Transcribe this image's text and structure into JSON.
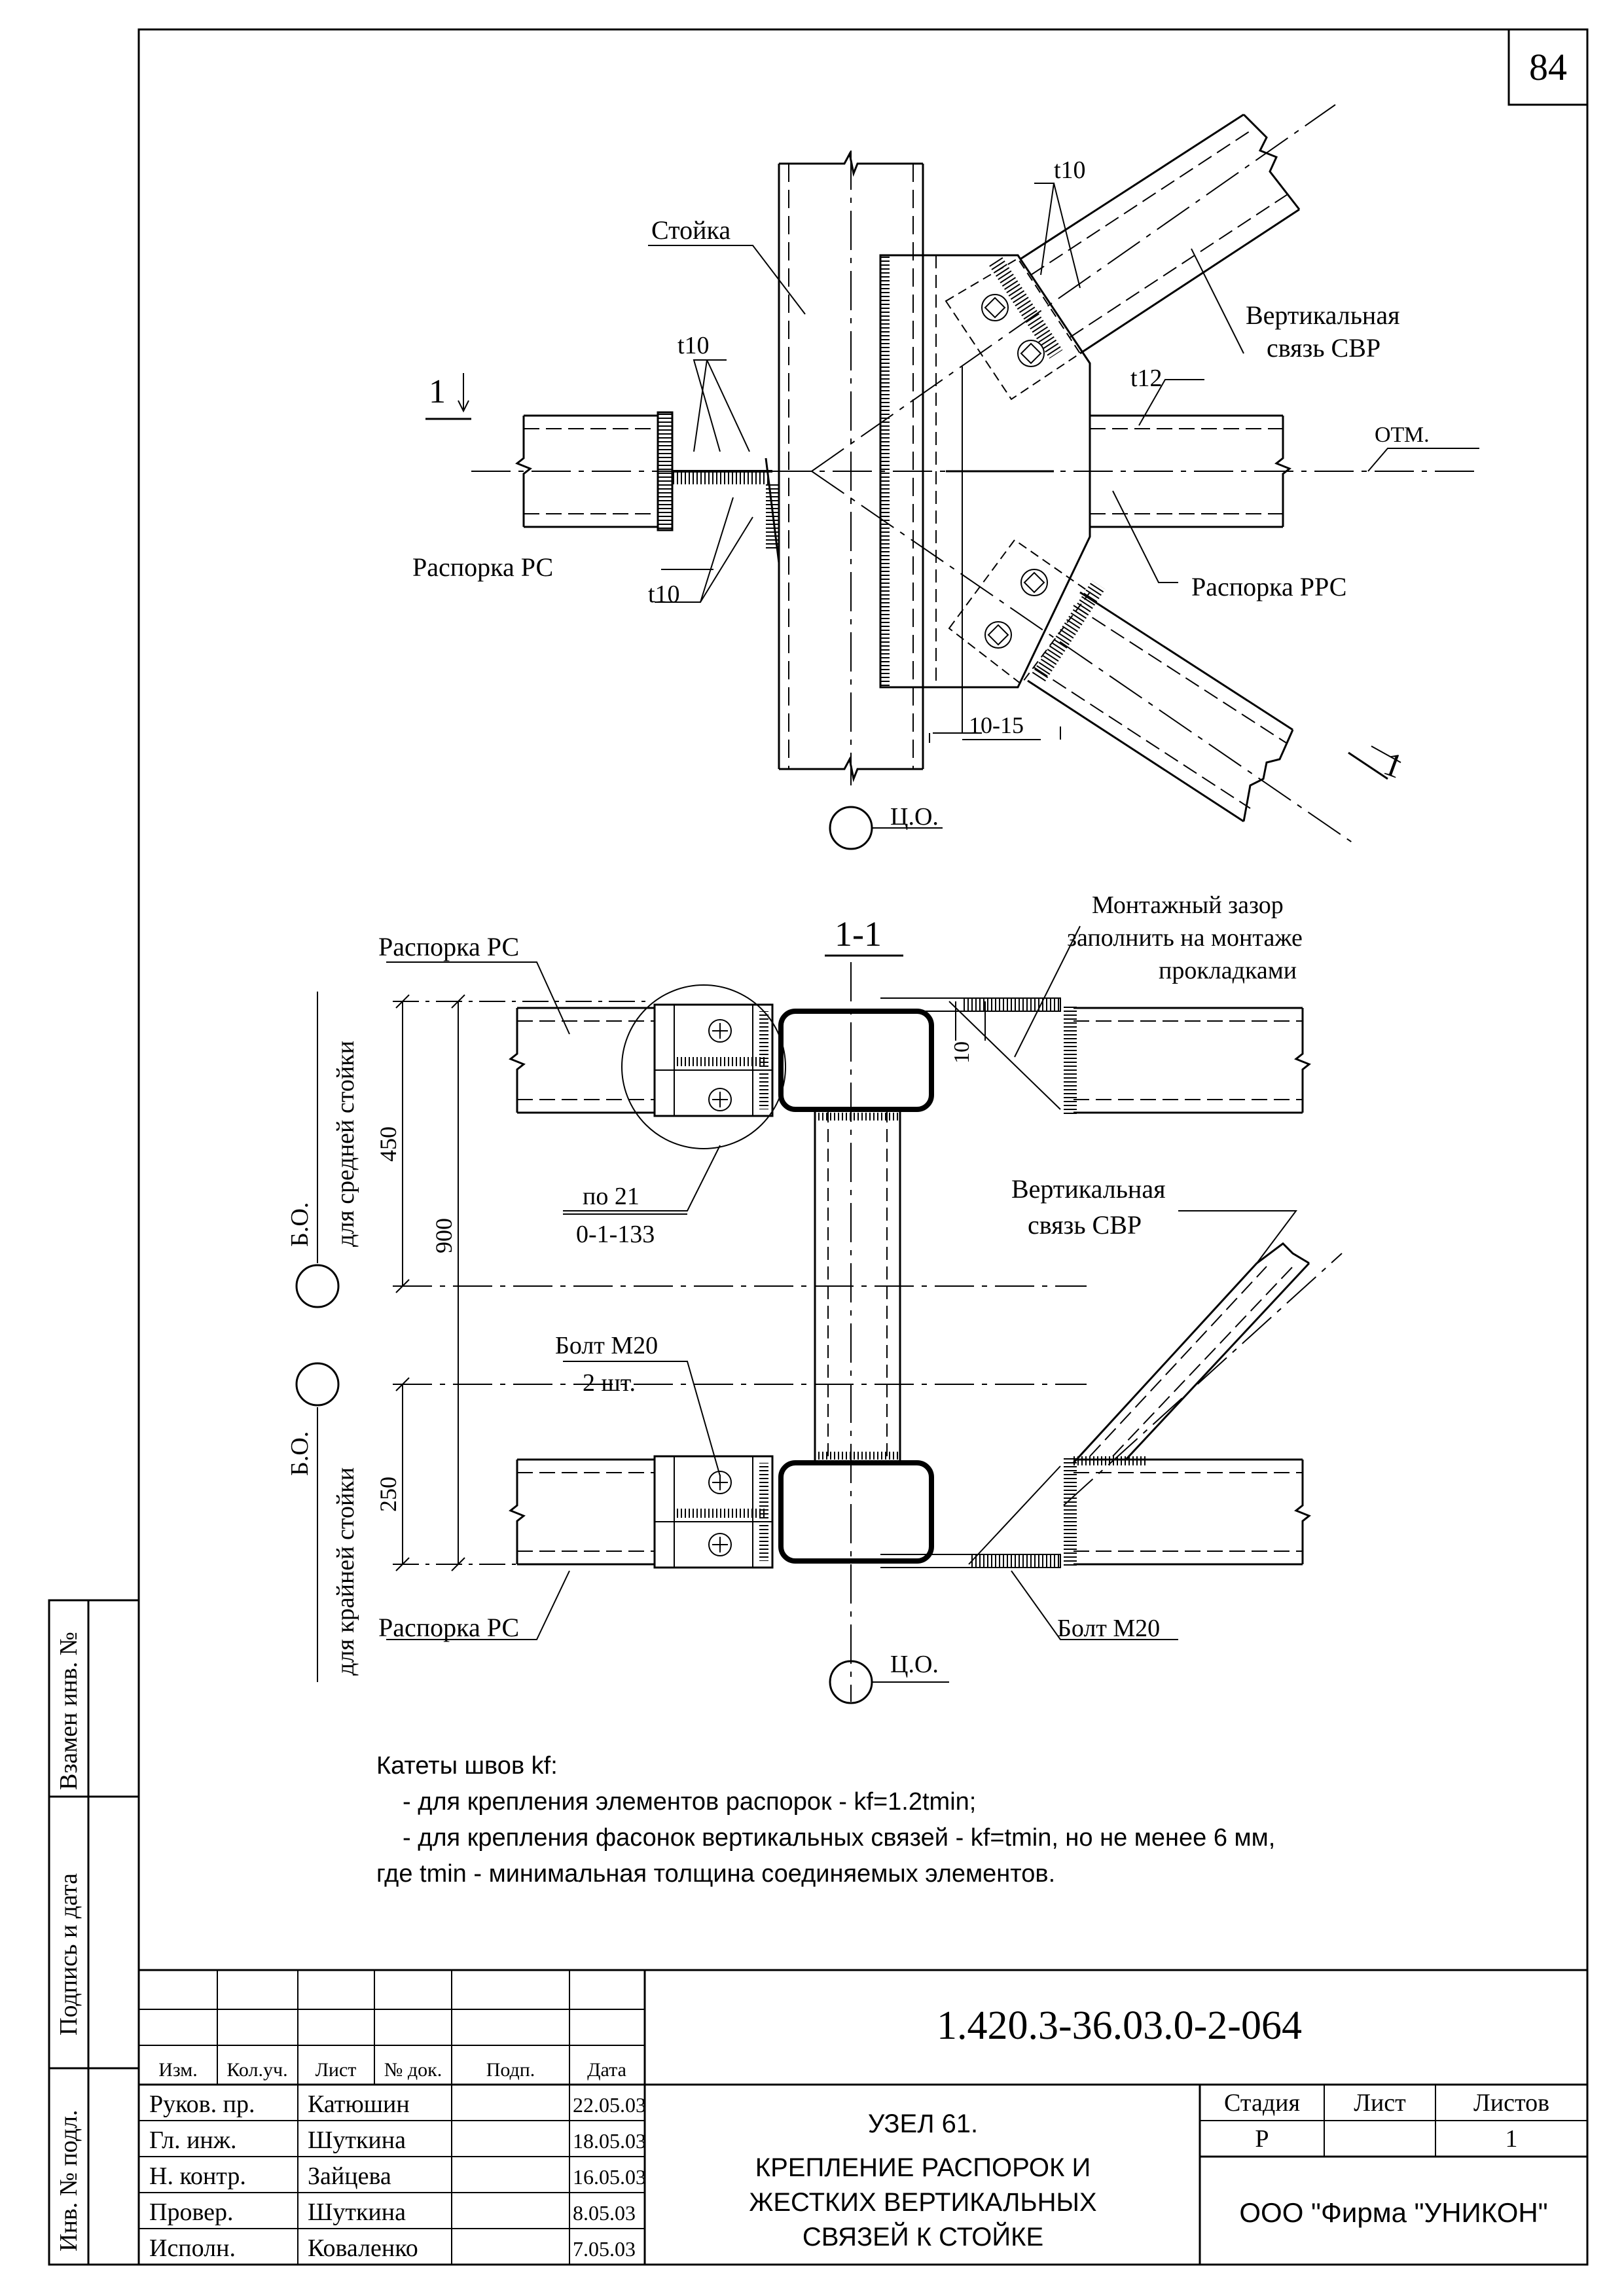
{
  "sheet_number": "84",
  "top_view": {
    "label_column": "Стойка",
    "label_brace_1": "Вертикальная",
    "label_brace_2": "связь СВР",
    "label_t10_top": "t10",
    "label_t10_left": "t10",
    "label_t10_bottom": "t10",
    "label_t12": "t12",
    "label_otm": "ОТМ.",
    "label_strut_left": "Распорка РС",
    "label_strut_right": "Распорка РРС",
    "label_gap": "10-15",
    "label_co": "Ц.О.",
    "section_mark_left": "1",
    "section_mark_right": "1"
  },
  "section_view": {
    "title": "1-1",
    "label_strut_top": "Распорка РС",
    "label_strut_bottom": "Распорка РС",
    "label_gap_1": "Монтажный зазор",
    "label_gap_2": "заполнить на монтаже",
    "label_gap_3": "прокладками",
    "label_dim_10": "10",
    "label_brace_1": "Вертикальная",
    "label_brace_2": "связь СВР",
    "label_ref_1": "по 21",
    "label_ref_2": "0-1-133",
    "label_bolt_1": "Болт М20",
    "label_bolt_2": "2 шт.",
    "label_bolt_bottom": "Болт М20",
    "label_co": "Ц.О.",
    "label_bo_top": "Б.О.",
    "label_bo_top_sub": "для средней стойки",
    "label_bo_bottom": "Б.О.",
    "label_bo_bottom_sub": "для крайней стойки",
    "dim_450": "450",
    "dim_900": "900",
    "dim_250": "250"
  },
  "notes": {
    "line1": "Катеты швов kf:",
    "line2": "- для крепления элементов распорок -  kf=1.2tmin;",
    "line3": "- для крепления фасонок вертикальных связей -  kf=tmin, но не менее 6 мм,",
    "line4": "где tmin - минимальная толщина соединяемых элементов."
  },
  "side_labels": {
    "replace": "Взамен инв. №",
    "sign_date": "Подпись и дата",
    "inv_no": "Инв. № подл."
  },
  "title_block": {
    "doc_code": "1.420.3-36.03.0-2-064",
    "columns": [
      "Изм.",
      "Кол.уч.",
      "Лист",
      "№ док.",
      "Подп.",
      "Дата"
    ],
    "people": [
      {
        "role": "Руков. пр.",
        "name": "Катюшин",
        "date": "22.05.03"
      },
      {
        "role": "Гл. инж.",
        "name": "Шуткина",
        "date": "18.05.03"
      },
      {
        "role": "Н. контр.",
        "name": "Зайцева",
        "date": "16.05.03"
      },
      {
        "role": "Провер.",
        "name": "Шуткина",
        "date": "8.05.03"
      },
      {
        "role": "Исполн.",
        "name": "Коваленко",
        "date": "7.05.03"
      }
    ],
    "title_1": "УЗЕЛ 61.",
    "title_2": "КРЕПЛЕНИЕ РАСПОРОК И",
    "title_3": "ЖЕСТКИХ ВЕРТИКАЛЬНЫХ",
    "title_4": "СВЯЗЕЙ  К СТОЙКЕ",
    "stage_header": "Стадия",
    "sheet_header": "Лист",
    "sheets_header": "Листов",
    "stage": "Р",
    "sheets": "1",
    "company": "ООО  \"Фирма \"УНИКОН\""
  }
}
